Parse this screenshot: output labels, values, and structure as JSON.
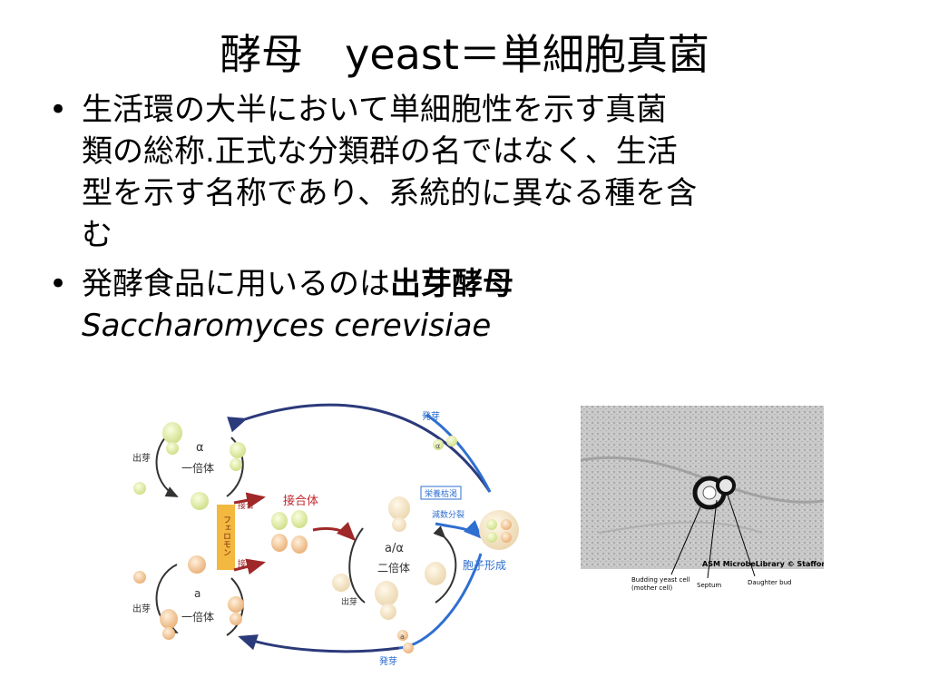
{
  "slide": {
    "title": "酵母　yeast＝単細胞真菌",
    "bullets": [
      {
        "marker": "•",
        "line1": "生活環の大半において単細胞性を示す真菌",
        "line2": "類の総称.正式な分類群の名ではなく、生活",
        "line3": "型を示す名称であり、系統的に異なる種を含",
        "line4": "む"
      },
      {
        "marker": "•",
        "prefix": "発酵食品に用いるのは",
        "bold": "出芽酵母",
        "species": "Saccharomyces cerevisiae"
      }
    ]
  },
  "lifecycle": {
    "budding_top": "発芽",
    "budding_left_top": "出芽",
    "alpha_symbol": "α",
    "alpha_haploid": "一倍体",
    "mating_top": "接合",
    "pheromone": "フェロモン",
    "mating_bottom": "接合",
    "zygote": "接合体",
    "a_symbol": "a",
    "a_haploid": "一倍体",
    "budding_left_bottom": "出芽",
    "diploid_symbol": "a/α",
    "diploid": "二倍体",
    "diploid_budding": "出芽",
    "starvation": "栄養枯渇",
    "meiosis": "減数分裂",
    "sporulation": "胞子形成",
    "budding_bottom": "発芽",
    "spore_alpha": "α",
    "spore_a": "a"
  },
  "micrograph": {
    "credit": "ASM MicrobeLibrary © Stafford",
    "label_mother_1": "Budding yeast cell",
    "label_mother_2": "(mother cell)",
    "label_septum": "Septum",
    "label_bud": "Daughter bud"
  },
  "colors": {
    "blue_arrow": "#2f6fd0",
    "dark_arrow": "#2b3a7a",
    "red_arrow": "#a02828",
    "red_text": "#c0282c",
    "pheromone_box": "#f3b840"
  }
}
